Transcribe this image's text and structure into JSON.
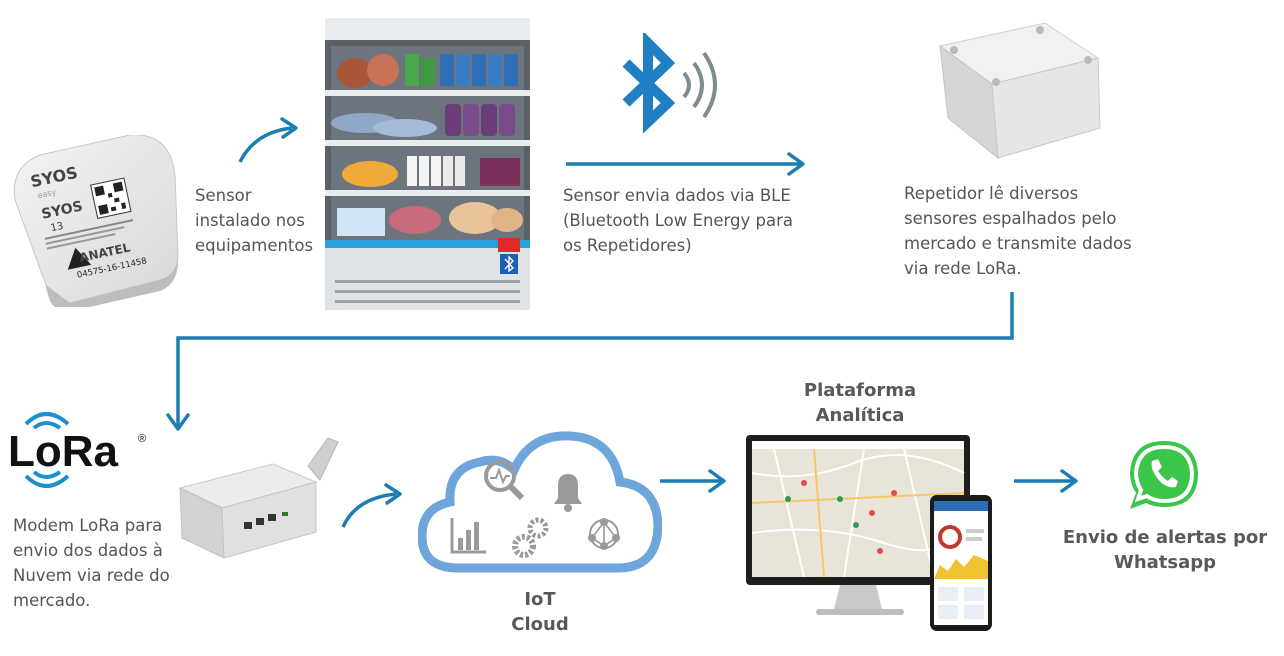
{
  "sensor_device": {
    "brand": "SYOS",
    "model_line": "easy",
    "model": "SYOS",
    "number": "13",
    "anatel": "ANATEL",
    "anatel_code": "04575-16-11458"
  },
  "captions": {
    "sensor_line1": "Sensor",
    "sensor_line2": "instalado nos",
    "sensor_line3": "equipamentos",
    "ble_line1": "Sensor envia dados via BLE",
    "ble_line2": "(Bluetooth Low Energy para",
    "ble_line3": "os Repetidores)",
    "repeater_line1": "Repetidor lê diversos",
    "repeater_line2": "sensores espalhados pelo",
    "repeater_line3": "mercado e transmite dados",
    "repeater_line4": "via rede LoRa.",
    "lora_line1": "Modem LoRa para",
    "lora_line2": "envio dos dados à",
    "lora_line3": "Nuvem via rede do",
    "lora_line4": "mercado."
  },
  "titles": {
    "iot_line1": "IoT",
    "iot_line2": "Cloud",
    "platform_line1": "Plataforma",
    "platform_line2": "Analítica",
    "whatsapp_line1": "Envio de alertas por",
    "whatsapp_line2": "Whatsapp"
  },
  "lora_logo": {
    "text": "LoRa",
    "mark": "®"
  },
  "icons": [
    "bluetooth-icon",
    "signal-waves-icon",
    "analytics-search-icon",
    "bell-icon",
    "bar-chart-icon",
    "gears-icon",
    "network-icon",
    "whatsapp-icon",
    "cloud-icon"
  ],
  "colors": {
    "flow_arrow": "#1a7fb0",
    "bluetooth": "#1f7fc2",
    "cloud_outline": "#5b9bd5",
    "whatsapp_green": "#3bc54b",
    "text": "#555555"
  }
}
